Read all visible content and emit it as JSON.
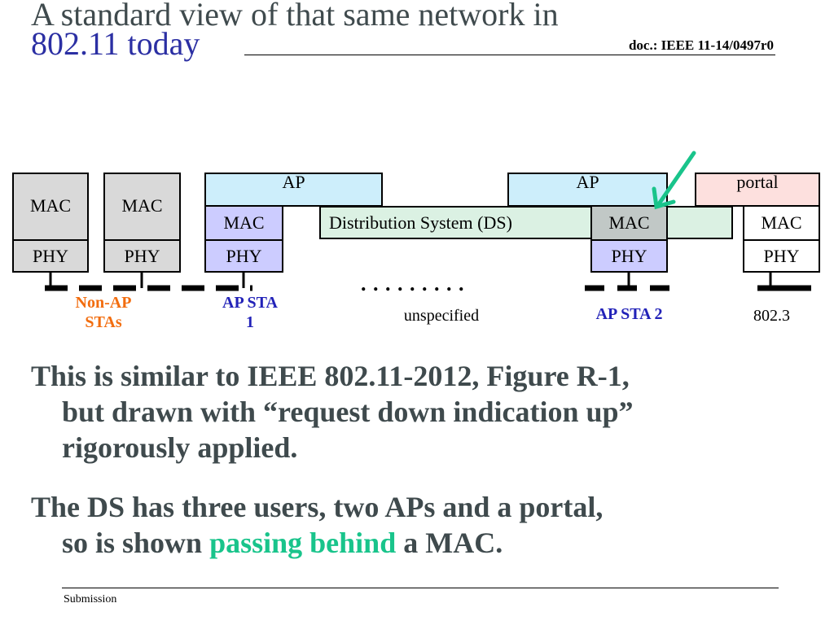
{
  "slide": {
    "title_line1": "A standard view of that same network in",
    "title_line2": "802.11 today",
    "doc_id": "doc.: IEEE 11-14/0497r0",
    "footer": "Submission"
  },
  "diagram": {
    "stations": {
      "mac": "MAC",
      "phy": "PHY"
    },
    "ap1": {
      "ap": "AP",
      "mac": "MAC",
      "phy": "PHY"
    },
    "ap2": {
      "ap": "AP",
      "mac": "MAC",
      "phy": "PHY"
    },
    "portal": {
      "label": "portal",
      "mac": "MAC",
      "phy": "PHY"
    },
    "ds_label": "Distribution System (DS)",
    "dots": ". . . . . . . . .",
    "labels": {
      "non_ap_line1": "Non-AP",
      "non_ap_line2": "STAs",
      "ap_sta1_line1": "AP STA",
      "ap_sta1_line2": "1",
      "unspecified": "unspecified",
      "ap_sta2": "AP STA 2",
      "ieee8023": "802.3"
    },
    "colors": {
      "station_fill": "#d9d9d9",
      "mac_phy_fill": "#ccccff",
      "ap_fill": "#cdeefb",
      "portal_fill": "#fde0de",
      "ds_fill": "#dbf1e3",
      "arrow": "#19c48b",
      "orange_label": "#f26d0f",
      "navy_label": "#2222b8"
    }
  },
  "bullets": {
    "b1_line1": "This is similar to IEEE 802.11-2012, Figure R-1,",
    "b1_line2": "but drawn with “request down indication up”",
    "b1_line3": "rigorously applied.",
    "b2_line1": "The DS has three users, two APs and a portal,",
    "b2_line2_pre": "so is shown ",
    "b2_line2_hl": "passing behind",
    "b2_line2_post": " a MAC."
  }
}
